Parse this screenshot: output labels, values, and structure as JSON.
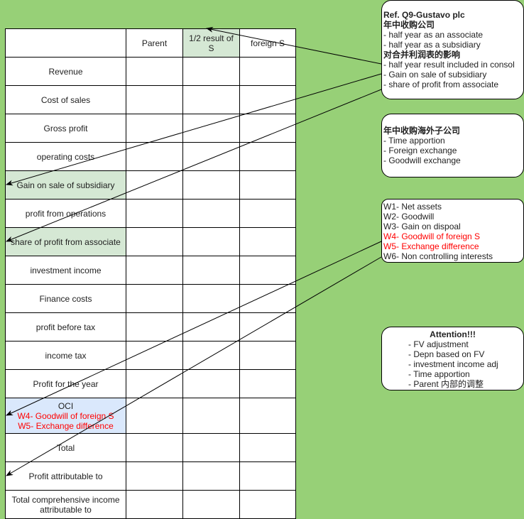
{
  "table": {
    "headers": [
      "",
      "Parent",
      "1/2 result of S",
      "foreign S"
    ],
    "rows": [
      "Revenue",
      "Cost of sales",
      "Gross profit",
      "operating costs",
      "Gain on sale of subsidiary",
      "profit from operations",
      "share of profit from associate",
      "investment income",
      "Finance costs",
      "profit before tax",
      "income tax",
      "Profit for the year",
      "OCI",
      "Total",
      "Profit attributable to",
      "Total comprehensive income attributable to"
    ],
    "oci_sub": [
      "W4- Goodwill of foreign S",
      "W5- Exchange difference"
    ]
  },
  "notes": {
    "ref": {
      "title": "Ref. Q9-Gustavo plc",
      "heading1": "年中收购公司",
      "items1": [
        "- half year as an associate",
        "- half year as a subsidiary"
      ],
      "heading2": "对合并利润表的影响",
      "items2": [
        "- half year result included in consol",
        "- Gain on sale of subsidiary",
        "- share of profit from associate"
      ]
    },
    "foreign": {
      "heading": "年中收购海外子公司",
      "items": [
        "- Time apportion",
        "- Foreign exchange",
        "- Goodwill exchange"
      ]
    },
    "workings": {
      "items": [
        {
          "text": "W1- Net assets",
          "color": "#222222"
        },
        {
          "text": "W2- Goodwill",
          "color": "#222222"
        },
        {
          "text": "W3- Gain on dispoal",
          "color": "#222222"
        },
        {
          "text": "W4- Goodwill of foreign S",
          "color": "#ff0000"
        },
        {
          "text": "W5- Exchange difference",
          "color": "#ff0000"
        },
        {
          "text": "W6- Non controlling interests",
          "color": "#222222"
        }
      ]
    },
    "attention": {
      "title": "Attention!!!",
      "items": [
        "- FV adjustment",
        "- Depn based on FV",
        "- investment income adj",
        "- Time apportion",
        "- Parent 内部的调整"
      ]
    }
  }
}
